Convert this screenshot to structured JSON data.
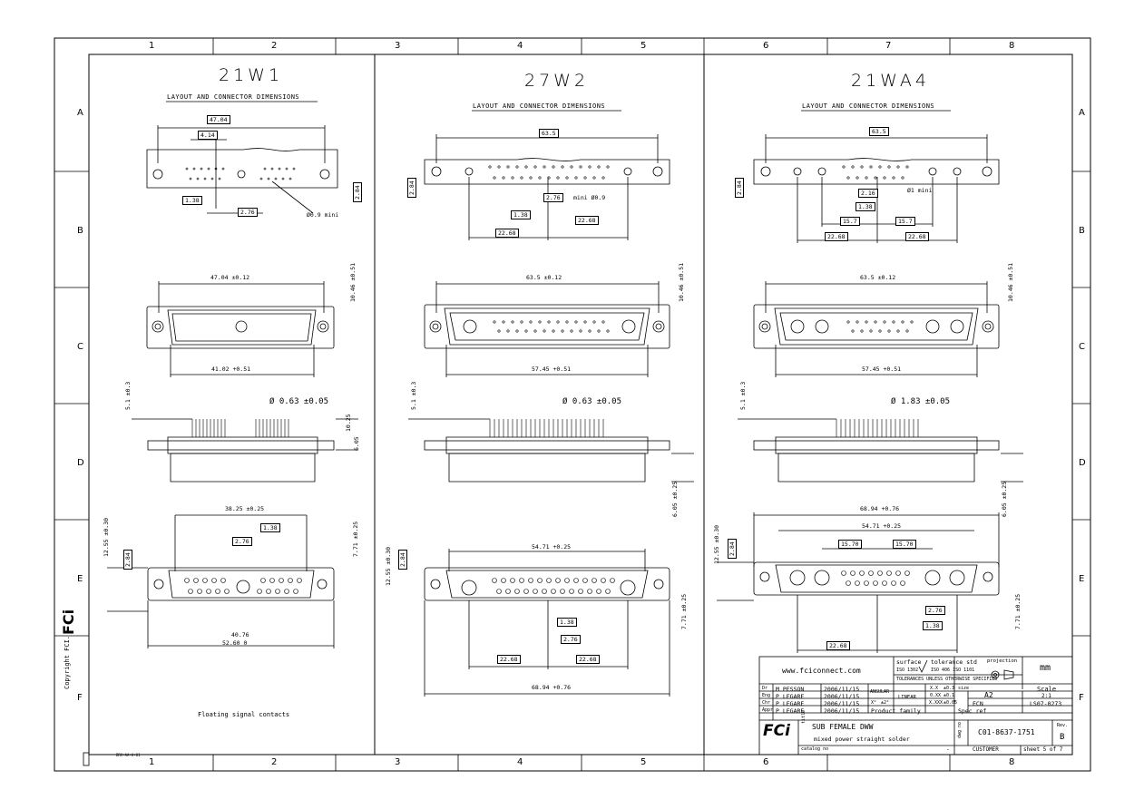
{
  "zones": {
    "columns": [
      "1",
      "2",
      "3",
      "4",
      "5",
      "6",
      "7",
      "8"
    ],
    "rows": [
      "A",
      "B",
      "C",
      "D",
      "E",
      "F"
    ]
  },
  "panels": [
    {
      "title": "21W1",
      "subtitle": "LAYOUT AND CONNECTOR DIMENSIONS",
      "dims": {
        "a": "47.04",
        "b": "4.14",
        "c": "1.38",
        "d": "2.76",
        "e": "2.84",
        "f": "Ø0.9 mini",
        "g": "47.04 ±0.12",
        "h": "41.02 +0.51",
        "i": "10.46 ±0.51",
        "j": "Ø 0.63 ±0.05",
        "k": "5.1 ±0.3",
        "l": "10.25",
        "m": "6.05",
        "n": "38.25 ±0.25",
        "o": "1.38",
        "p": "2.76",
        "q": "2.84",
        "r": "12.55 ±0.30",
        "s": "7.71 ±0.25",
        "t": "40.76",
        "u": "52.60 0"
      },
      "note": "Floating signal contacts"
    },
    {
      "title": "27W2",
      "subtitle": "LAYOUT AND CONNECTOR DIMENSIONS",
      "dims": {
        "a": "63.5",
        "b": "2.84",
        "c": "1.38",
        "d": "2.76",
        "e": "mini Ø0.9",
        "f": "22.68",
        "g": "22.68",
        "h": "63.5 ±0.12",
        "i": "10.46 ±0.51",
        "j": "57.45 +0.51",
        "k": "Ø 0.63 ±0.05",
        "l": "5.1 ±0.3",
        "m": "6.05 ±0.25",
        "n": "54.71 +0.25",
        "o": "12.55 ±0.30",
        "p": "2.84",
        "q": "1.38",
        "r": "2.76",
        "s": "22.68",
        "t": "22.68",
        "u": "68.94 +0.76",
        "v": "7.71 ±0.25"
      }
    },
    {
      "title": "21WA4",
      "subtitle": "LAYOUT AND CONNECTOR DIMENSIONS",
      "dims": {
        "a": "63.5",
        "b": "2.84",
        "c": "2.16",
        "d": "1.38",
        "e": "Ø1 mini",
        "f": "15.7",
        "g": "15.7",
        "h": "22.68",
        "i": "22.68",
        "j": "63.5 ±0.12",
        "k": "10.46 ±0.51",
        "l": "57.45 +0.51",
        "m": "Ø 1.83 ±0.05",
        "n": "5.1 ±0.3",
        "o": "68.94 +0.76",
        "p": "6.05 ±0.25",
        "q": "54.71 +0.25",
        "r": "15.70",
        "s": "15.70",
        "t": "12.55 ±0.30",
        "u": "2.84",
        "v": "2.76",
        "w": "1.38",
        "x": "22.68",
        "y": "7.71 ±0.25"
      }
    }
  ],
  "side": {
    "copyright": "Copyright FCI.",
    "brand": "FCi",
    "ref": "BRV-AA-A-01"
  },
  "title_block": {
    "website": "www.fciconnect.com",
    "surface_label": "surface",
    "surface_std": "ISO 1302",
    "tolerance_label": "tolerance std",
    "tolerance_std": "ISO 406  ISO 1101",
    "tolerance_note": "TOLERANCES UNLESS OTHERWISE SPECIFIED",
    "projection_label": "projection",
    "unit": "mm",
    "angular": "ANGULAR",
    "linear": "LINEAR",
    "tol_cols": [
      "X.X",
      "±0.3",
      "0.XX",
      "±0.1",
      "X.XXX",
      "±0.05"
    ],
    "angle_tol": [
      "X°",
      "±2°"
    ],
    "size_label": "size",
    "size": "A2",
    "scale_label": "Scale",
    "scale": "2:1",
    "ecn_label": "ECN",
    "ecn": "LS07-0273",
    "people": [
      {
        "role": "Dr",
        "name": "M PESSON",
        "date": "2006/11/15"
      },
      {
        "role": "Eng",
        "name": "P LEGARE",
        "date": "2006/11/15"
      },
      {
        "role": "Chr",
        "name": "P LEGARE",
        "date": "2006/11/15"
      },
      {
        "role": "Appr",
        "name": "P LEGARE",
        "date": "2006/11/15"
      }
    ],
    "product_family": "Product family",
    "spec_ref": "Spec ref",
    "title_label": "title",
    "title1": "SUB  FEMALE DWW",
    "title2": "mixed power straight solder",
    "dwg_label": "dwg no",
    "dwg_no": "C01-8637-1751",
    "rev_label": "Rev.",
    "rev": "B",
    "catalog_label": "catalog no",
    "catalog_no": "-",
    "customer": "CUSTOMER",
    "sheet": "sheet 5 of 7"
  }
}
